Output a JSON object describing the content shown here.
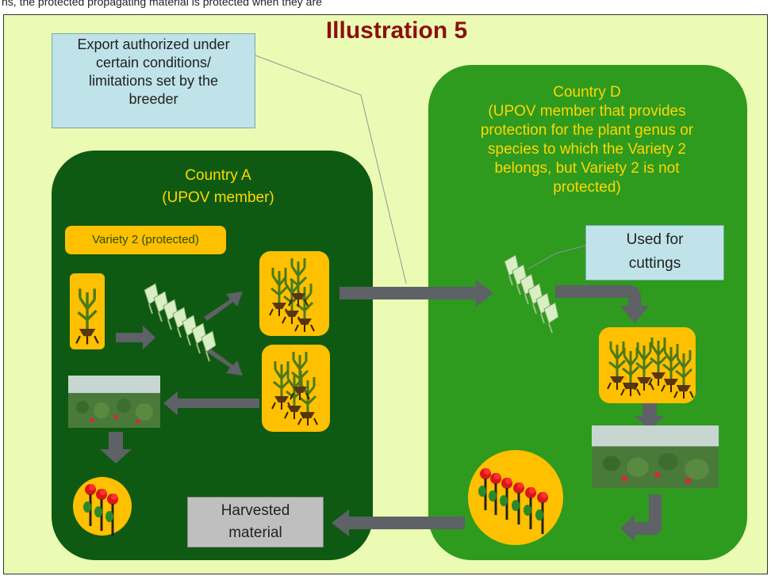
{
  "top_strip_text": "ns, the protected propagating material is protected when they are",
  "title": "Illustration 5",
  "export_note": [
    "Export authorized under",
    "certain conditions/",
    "limitations set by the",
    "breeder"
  ],
  "country_a": {
    "title": "Country A",
    "subtitle": "(UPOV member)"
  },
  "country_d": {
    "title": "Country D",
    "lines": [
      "(UPOV member that provides",
      "protection for the plant genus or",
      "species to which the Variety 2",
      "belongs, but Variety 2 is not",
      "protected)"
    ]
  },
  "variety_label": "Variety 2 (protected)",
  "used_note": [
    "Used for",
    "cuttings"
  ],
  "harvest_note": [
    "Harvested",
    "material"
  ],
  "colors": {
    "background": "#ebfbb3",
    "region_a": "#0e5a12",
    "region_d": "#2e9a1e",
    "plant_box": "#ffc000",
    "arrow": "#5e6166",
    "title": "#8b1010",
    "yellow_text": "#ffd700"
  }
}
